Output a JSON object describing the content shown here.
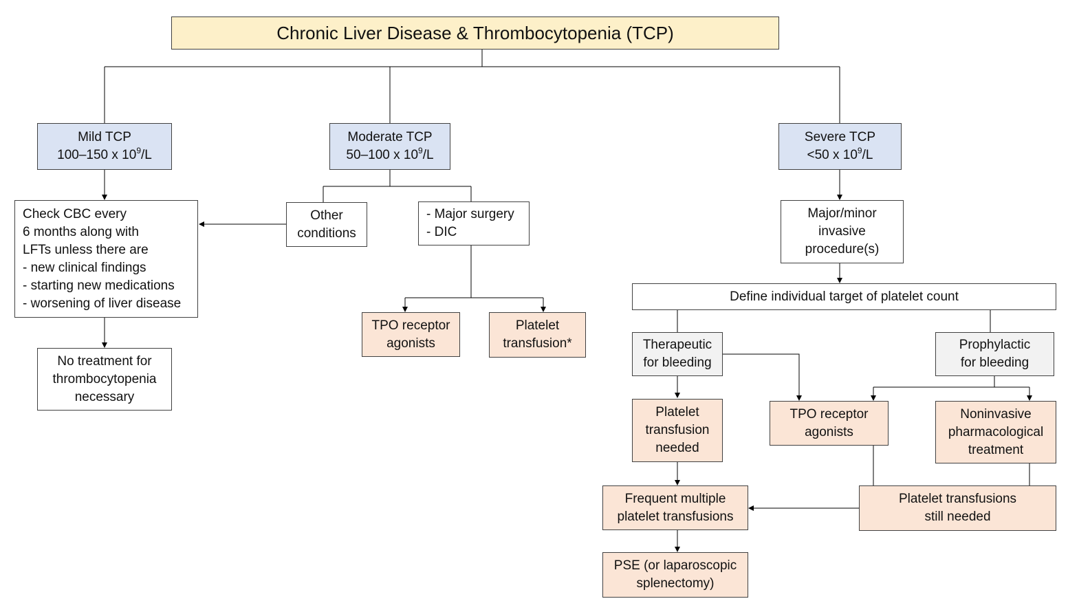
{
  "title": "Chronic Liver Disease & Thrombocytopenia (TCP)",
  "mild": {
    "name": "Mild TCP",
    "range": "100–150 x 10",
    "exp": "9",
    "unit": "/L"
  },
  "moderate": {
    "name": "Moderate TCP",
    "range": "50–100 x 10",
    "exp": "9",
    "unit": "/L"
  },
  "severe": {
    "name": "Severe TCP",
    "range": "<50 x 10",
    "exp": "9",
    "unit": "/L"
  },
  "check_cbc": [
    "Check CBC every",
    "6 months along with",
    "LFTs unless there are",
    "- new clinical findings",
    "- starting new medications",
    "- worsening of liver disease"
  ],
  "no_treatment": [
    "No treatment for",
    "thrombocytopenia",
    "necessary"
  ],
  "other_conditions": [
    "Other",
    "conditions"
  ],
  "major_surgery": [
    "- Major surgery",
    "- DIC"
  ],
  "tpo_moderate": [
    "TPO receptor",
    "agonists"
  ],
  "platelet_transfusion_moderate": [
    "Platelet",
    "transfusion*"
  ],
  "invasive_procedure": [
    "Major/minor",
    "invasive",
    "procedure(s)"
  ],
  "define_target": "Define individual target of platelet count",
  "therapeutic": [
    "Therapeutic",
    "for bleeding"
  ],
  "prophylactic": [
    "Prophylactic",
    "for bleeding"
  ],
  "platelet_needed": [
    "Platelet",
    "transfusion",
    "needed"
  ],
  "tpo_severe": [
    "TPO receptor",
    "agonists"
  ],
  "noninvasive": [
    "Noninvasive",
    "pharmacological",
    "treatment"
  ],
  "frequent_transfusions": [
    "Frequent multiple",
    "platelet transfusions"
  ],
  "still_needed": [
    "Platelet transfusions",
    "still needed"
  ],
  "pse": [
    "PSE (or laparoscopic",
    "splenectomy)"
  ],
  "colors": {
    "title_fill": "#fdf0c9",
    "severity_fill": "#dae3f3",
    "treatment_fill": "#fbe5d6",
    "indication_fill": "#f2f2f2",
    "line": "#000000"
  }
}
